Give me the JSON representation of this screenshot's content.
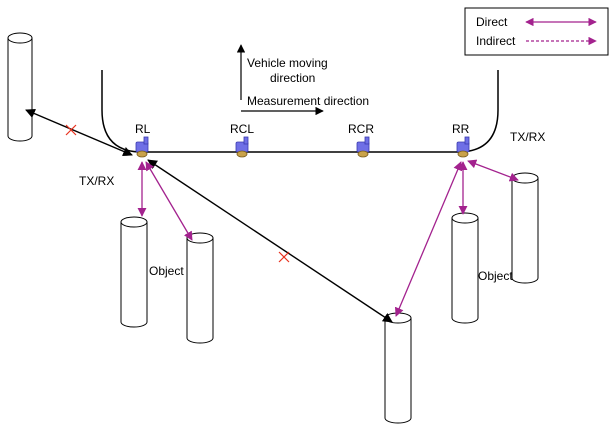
{
  "legend": {
    "direct_label": "Direct",
    "indirect_label": "Indirect"
  },
  "labels": {
    "vehicle_line1": "Vehicle moving",
    "vehicle_line2": "direction",
    "measurement": "Measurement direction",
    "sensor_rl": "RL",
    "sensor_rcl": "RCL",
    "sensor_rcr": "RCR",
    "sensor_rr": "RR",
    "txrx_left": "TX/RX",
    "txrx_right": "TX/RX",
    "object_left": "Object",
    "object_right": "Object"
  },
  "colors": {
    "direct": "#a3228e",
    "indirect": "#a3228e",
    "black_arrow": "#000000",
    "blocked_x": "#e8321f",
    "sensor_body": "#6f6fe6",
    "sensor_base": "#c9a24a"
  }
}
